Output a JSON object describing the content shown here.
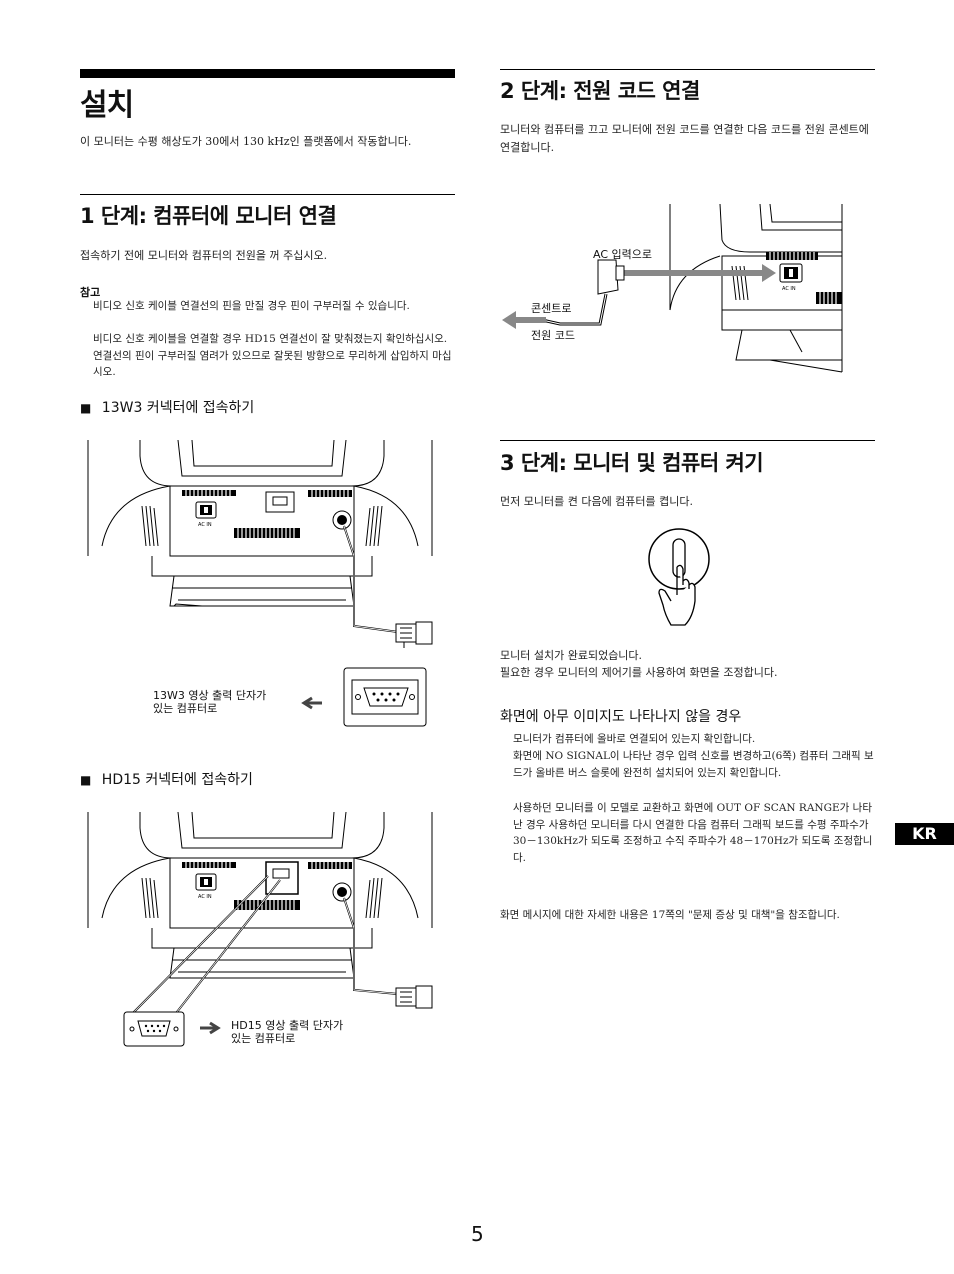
{
  "section_title": "설치",
  "intro": "이 모니터는 수평 해상도가 30에서 130 kHz인 플랫폼에서 작동합니다.",
  "step1": {
    "heading": "1 단계: 컴퓨터에 모니터 연결",
    "text": "접속하기 전에 모니터와 컴퓨터의 전원을 꺼 주십시오.",
    "note_label": "참고",
    "note_lines": [
      "비디오 신호 케이블 연결선의 핀을 만질 경우 핀이 구부러질 수 있습니다.",
      "비디오 신호 케이블을 연결할 경우 HD15 연결선이 잘 맞춰졌는지 확인하십시오. 연결선의 핀이 구부러질 염려가 있으므로 잘못된 방향으로 무리하게 삽입하지 마십시오."
    ],
    "sub1_bullet": "■",
    "sub1_title": "13W3 커넥터에 접속하기",
    "diagram1_label_line1": "13W3 영상 출력 단자가",
    "diagram1_label_line2": "있는 컴퓨터로",
    "sub2_bullet": "■",
    "sub2_title": "HD15 커넥터에 접속하기",
    "diagram2_label_line1": "HD15 영상 출력 단자가",
    "diagram2_label_line2": "있는 컴퓨터로",
    "ac_in": "AC IN"
  },
  "step2": {
    "heading": "2 단계: 전원 코드 연결",
    "text": "모니터와 컴퓨터를 끄고 모니터에 전원 코드를 연결한 다음 코드를 전원 콘센트에 연결합니다.",
    "label_ac": "AC 입력으로",
    "label_outlet": "콘센트로",
    "label_cord": "전원 코드",
    "ac_in": "AC IN"
  },
  "step3": {
    "heading": "3 단계: 모니터 및 컴퓨터 켜기",
    "text": "먼저 모니터를 켠 다음에 컴퓨터를 켭니다.",
    "done_line1": "모니터 설치가 완료되었습니다.",
    "done_line2": "필요한 경우 모니터의 제어기를 사용하여 화면을 조정합니다.",
    "no_image_heading": "화면에 아무 이미지도 나타나지 않을 경우",
    "no_image_items": [
      "모니터가 컴퓨터에 올바로 연결되어 있는지 확인합니다.",
      "화면에 NO SIGNAL이 나타난 경우 입력 신호를 변경하고(6쪽) 컴퓨터 그래픽 보드가 올바른 버스 슬롯에 완전히 설치되어 있는지 확인합니다.",
      "사용하던 모니터를 이 모델로 교환하고 화면에 OUT OF SCAN RANGE가 나타난 경우 사용하던 모니터를 다시 연결한 다음 컴퓨터 그래픽 보드를 수평 주파수가 30－130kHz가 되도록 조정하고 수직 주파수가 48－170Hz가 되도록 조정합니다."
    ],
    "ref_text": "화면 메시지에 대한 자세한 내용은 17쪽의 \"문제 증상 및 대책\"을 참조합니다."
  },
  "side_tab": "KR",
  "page_number": "5"
}
